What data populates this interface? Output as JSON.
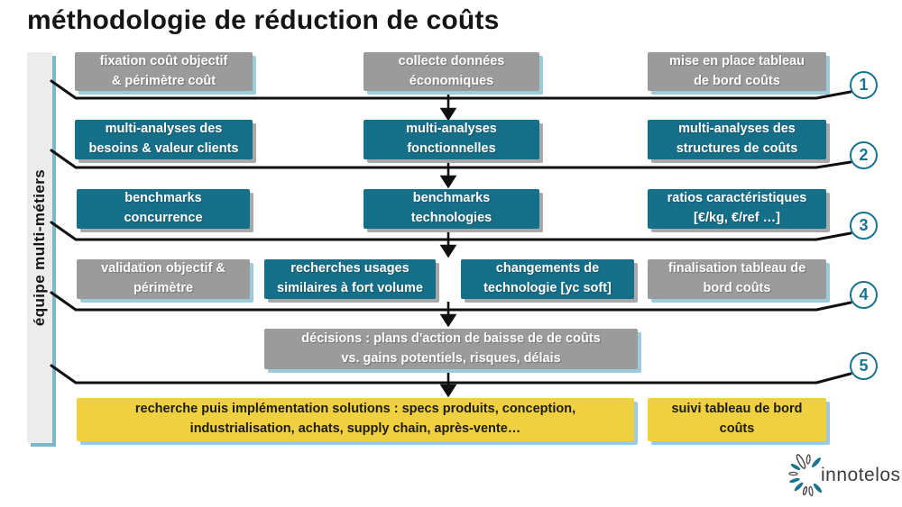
{
  "title": "méthodologie de réduction de coûts",
  "team_bar": {
    "label": "équipe multi-métiers"
  },
  "step_numbers": [
    "1",
    "2",
    "3",
    "4",
    "5"
  ],
  "rows": [
    {
      "step": "1",
      "boxes": [
        {
          "text": "fixation coût objectif\n& périmètre coût",
          "style": "gray"
        },
        {
          "text": "collecte données\néconomiques",
          "style": "gray"
        },
        {
          "text": "mise en place tableau\nde bord coûts",
          "style": "gray"
        }
      ]
    },
    {
      "step": "2",
      "boxes": [
        {
          "text": "multi-analyses des\nbesoins & valeur clients",
          "style": "teal"
        },
        {
          "text": "multi-analyses\nfonctionnelles",
          "style": "teal"
        },
        {
          "text": "multi-analyses des\nstructures de coûts",
          "style": "teal"
        }
      ]
    },
    {
      "step": "3",
      "boxes": [
        {
          "text": "benchmarks\nconcurrence",
          "style": "teal"
        },
        {
          "text": "benchmarks\ntechnologies",
          "style": "teal"
        },
        {
          "text": "ratios caractéristiques\n[€/kg, €/ref …]",
          "style": "teal"
        }
      ]
    },
    {
      "step": "4",
      "boxes": [
        {
          "text": "validation objectif &\npérimètre",
          "style": "gray"
        },
        {
          "text": "recherches usages\nsimilaires à fort volume",
          "style": "teal"
        },
        {
          "text": "changements de\ntechnologie [yc soft]",
          "style": "teal"
        },
        {
          "text": "finalisation tableau de\nbord coûts",
          "style": "gray"
        }
      ]
    },
    {
      "step": "5",
      "boxes": [
        {
          "text": "décisions : plans d'action de baisse de de coûts\nvs. gains potentiels, risques, délais",
          "style": "gray"
        }
      ]
    },
    {
      "step": null,
      "boxes": [
        {
          "text": "recherche puis implémentation solutions : specs produits, conception,\nindustrialisation, achats, supply chain, après-vente…",
          "style": "yellow"
        },
        {
          "text": "suivi tableau de bord\ncoûts",
          "style": "yellow"
        }
      ]
    }
  ],
  "logo": {
    "brand": "innotelos"
  },
  "colors": {
    "teal_box": "#166f89",
    "gray_box": "#9b9b9b",
    "yellow_box": "#efd13f",
    "shadow_blue": "#9ccbdc",
    "shadow_gray": "#a9a9a9",
    "circle_teal": "#1a7390",
    "line_black": "#101010",
    "bar_background": "#ececec"
  }
}
